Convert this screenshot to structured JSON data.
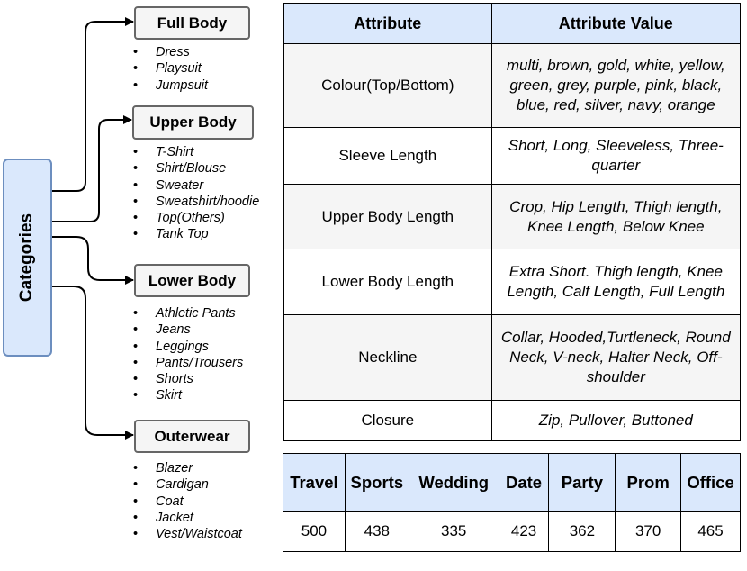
{
  "categories_label": "Categories",
  "groups": [
    {
      "name": "Full Body",
      "items": [
        "Dress",
        "Playsuit",
        "Jumpsuit"
      ]
    },
    {
      "name": "Upper Body",
      "items": [
        "T-Shirt",
        "Shirt/Blouse",
        "Sweater",
        "Sweatshirt/hoodie",
        "Top(Others)",
        "Tank Top"
      ]
    },
    {
      "name": "Lower Body",
      "items": [
        "Athletic Pants",
        "Jeans",
        "Leggings",
        "Pants/Trousers",
        "Shorts",
        "Skirt"
      ]
    },
    {
      "name": "Outerwear",
      "items": [
        "Blazer",
        "Cardigan",
        "Coat",
        "Jacket",
        "Vest/Waistcoat"
      ]
    }
  ],
  "attribute_table": {
    "headers": [
      "Attribute",
      "Attribute Value"
    ],
    "rows": [
      {
        "attribute": "Colour(Top/Bottom)",
        "value": "multi, brown, gold, white, yellow, green, grey, purple, pink, black, blue, red, silver, navy, orange"
      },
      {
        "attribute": "Sleeve Length",
        "value": "Short, Long, Sleeveless, Three-quarter"
      },
      {
        "attribute": "Upper Body Length",
        "value": "Crop, Hip Length, Thigh length, Knee Length, Below Knee"
      },
      {
        "attribute": "Lower Body Length",
        "value": "Extra Short. Thigh length, Knee Length, Calf Length, Full Length"
      },
      {
        "attribute": "Neckline",
        "value": "Collar, Hooded,Turtleneck, Round Neck, V-neck, Halter Neck, Off-shoulder"
      },
      {
        "attribute": "Closure",
        "value": "Zip, Pullover, Buttoned"
      }
    ]
  },
  "occasion_table": {
    "headers": [
      "Travel",
      "Sports",
      "Wedding",
      "Date",
      "Party",
      "Prom",
      "Office"
    ],
    "values": [
      "500",
      "438",
      "335",
      "423",
      "362",
      "370",
      "465"
    ]
  },
  "colors": {
    "box_fill": "#dae8fc",
    "box_border": "#6c8ebf",
    "group_fill": "#f5f5f5",
    "row_shade": "#f5f5f5"
  }
}
